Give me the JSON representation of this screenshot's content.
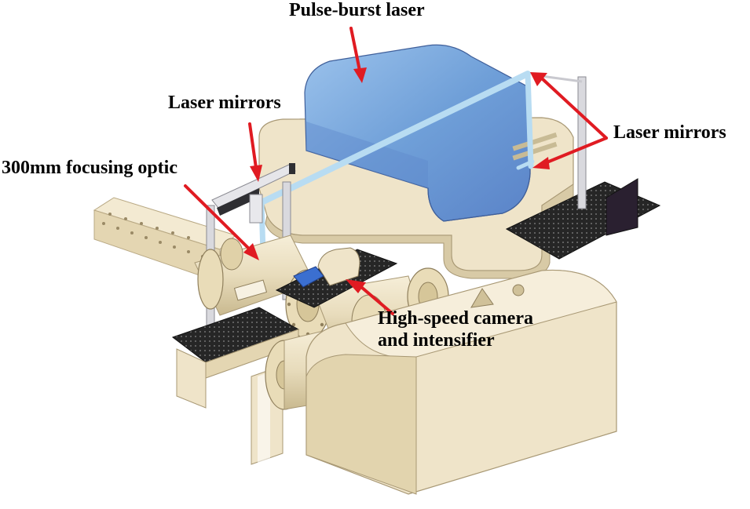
{
  "labels": {
    "pulse_burst_laser": "Pulse-burst laser",
    "laser_mirrors_left": "Laser mirrors",
    "laser_mirrors_right": "Laser mirrors",
    "focusing_optic": "300mm focusing optic",
    "camera_line1": "High-speed camera",
    "camera_line2": "and intensifier"
  },
  "colors": {
    "arrow": "#e01b22",
    "beam": "#b8dcf2",
    "laser_body": "#6f9fd8",
    "machine": "#efe4c9",
    "machine_shade": "#d8caa6",
    "plate": "#2b2b2b",
    "camera": "#3b6fd0"
  }
}
